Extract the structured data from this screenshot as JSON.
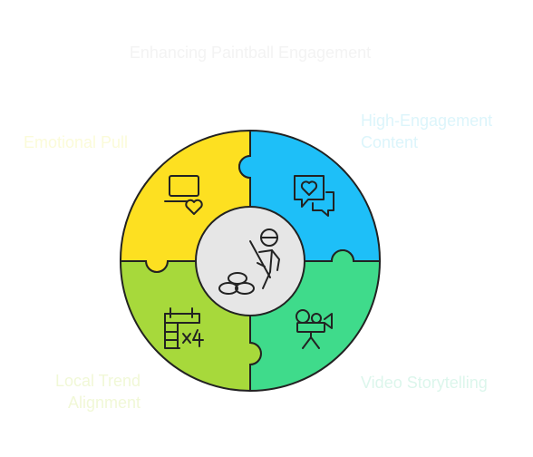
{
  "title": "Enhancing Paintball Engagement",
  "segments": {
    "top_left": {
      "label": "Emotional Pull",
      "color": "#FDE021",
      "icon": "heart-message-icon"
    },
    "top_right": {
      "label_line1": "High-Engagement",
      "label_line2": "Content",
      "color": "#1EBFF8",
      "icon": "chat-heart-icon"
    },
    "bottom_left": {
      "label_line1": "Local Trend",
      "label_line2": "Alignment",
      "color": "#A7D93B",
      "icon": "calendar-x4-icon"
    },
    "bottom_right": {
      "label": "Video Storytelling",
      "color": "#3FDB8B",
      "icon": "video-camera-icon"
    }
  },
  "center": {
    "color": "#E6E6E6",
    "icon": "paintball-player-icon"
  }
}
